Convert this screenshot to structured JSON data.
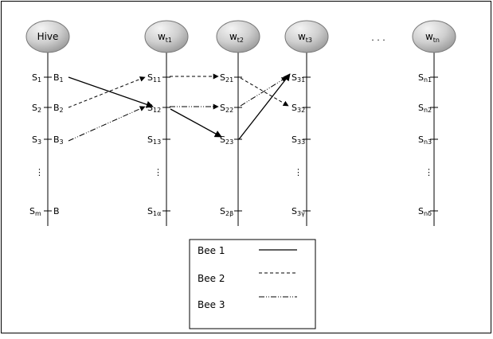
{
  "diagram": {
    "colors": {
      "stroke": "#000000",
      "node_fill_light": "#f2f2f2",
      "node_fill_dark": "#a6a6a6"
    },
    "nodes": {
      "hive": {
        "label": "Hive"
      },
      "wt1": {
        "main": "w",
        "sub": "t1"
      },
      "wt2": {
        "main": "w",
        "sub": "t2"
      },
      "wt3": {
        "main": "w",
        "sub": "t3"
      },
      "wtn": {
        "main": "w",
        "sub": "tn"
      },
      "ellipsis": "· · ·"
    },
    "hive_states": {
      "s1": {
        "main": "S",
        "sub": "1"
      },
      "s2": {
        "main": "S",
        "sub": "2"
      },
      "s3": {
        "main": "S",
        "sub": "3"
      },
      "sm": {
        "main": "S",
        "sub": "m"
      }
    },
    "bees": {
      "b1": {
        "main": "B",
        "sub": "1"
      },
      "b2": {
        "main": "B",
        "sub": "2"
      },
      "b3": {
        "main": "B",
        "sub": "3"
      },
      "b": {
        "main": "B"
      }
    },
    "wt1_states": {
      "s11": {
        "main": "S",
        "sub": "11"
      },
      "s12": {
        "main": "S",
        "sub": "12"
      },
      "s13": {
        "main": "S",
        "sub": "13"
      },
      "s1a": {
        "main": "S",
        "sub": "1α"
      }
    },
    "wt2_states": {
      "s21": {
        "main": "S",
        "sub": "21"
      },
      "s22": {
        "main": "S",
        "sub": "22"
      },
      "s23": {
        "main": "S",
        "sub": "23"
      },
      "s2b": {
        "main": "S",
        "sub": "2β"
      }
    },
    "wt3_states": {
      "s31": {
        "main": "S",
        "sub": "31"
      },
      "s32": {
        "main": "S",
        "sub": "32"
      },
      "s33": {
        "main": "S",
        "sub": "33"
      },
      "s3g": {
        "main": "S",
        "sub": "3γ"
      }
    },
    "wtn_states": {
      "sn1": {
        "main": "S",
        "sub": "n1"
      },
      "sn2": {
        "main": "S",
        "sub": "n2"
      },
      "sn3": {
        "main": "S",
        "sub": "n3"
      },
      "snd": {
        "main": "S",
        "sub": "nδ"
      }
    },
    "vdots": "⋮",
    "legend": {
      "bee1": "Bee 1",
      "bee2": "Bee 2",
      "bee3": "Bee 3"
    }
  }
}
